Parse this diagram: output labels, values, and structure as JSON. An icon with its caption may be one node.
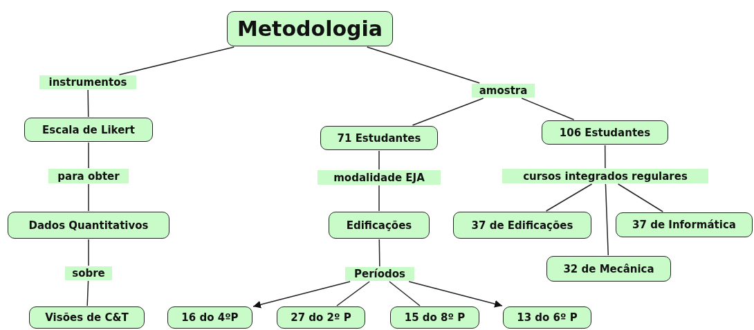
{
  "diagram": {
    "nodes": [
      {
        "text": [
          "Metodologia"
        ]
      },
      {
        "text": [
          "instrumentos"
        ]
      },
      {
        "text": [
          "amostra"
        ]
      },
      {
        "text": [
          "Escala de Likert"
        ]
      },
      {
        "text": [
          "71 Estudantes"
        ]
      },
      {
        "text": [
          "106 Estudantes"
        ]
      },
      {
        "text": [
          "para obter"
        ]
      },
      {
        "text": [
          "modalidade EJA"
        ]
      },
      {
        "text": [
          "cursos integrados regulares"
        ]
      },
      {
        "text": [
          "Dados Quantitativos"
        ]
      },
      {
        "text": [
          "Edificações"
        ]
      },
      {
        "text": [
          "37 de Edificações"
        ]
      },
      {
        "text": [
          "37 de Informática"
        ]
      },
      {
        "text": [
          "32 de Mecânica"
        ]
      },
      {
        "text": [
          "sobre"
        ]
      },
      {
        "text": [
          "Períodos"
        ]
      },
      {
        "text": [
          "Visões de C&T"
        ]
      },
      {
        "text": [
          "16 do 4ºP"
        ]
      },
      {
        "text": [
          "27 do 2º P"
        ]
      },
      {
        "text": [
          "15 do 8º P"
        ]
      },
      {
        "text": [
          "13 do 6º P"
        ]
      }
    ],
    "edges": [
      {
        "from": 0,
        "to": 1,
        "arrow": "none"
      },
      {
        "from": 0,
        "to": 2,
        "arrow": "none"
      },
      {
        "from": 1,
        "to": 3,
        "arrow": "none"
      },
      {
        "from": 3,
        "to": 6,
        "arrow": "none"
      },
      {
        "from": 6,
        "to": 9,
        "arrow": "none"
      },
      {
        "from": 9,
        "to": 14,
        "arrow": "none"
      },
      {
        "from": 14,
        "to": 16,
        "arrow": "none"
      },
      {
        "from": 2,
        "to": 4,
        "arrow": "none"
      },
      {
        "from": 2,
        "to": 5,
        "arrow": "none"
      },
      {
        "from": 4,
        "to": 7,
        "arrow": "none"
      },
      {
        "from": 7,
        "to": 10,
        "arrow": "none"
      },
      {
        "from": 10,
        "to": 15,
        "arrow": "none"
      },
      {
        "from": 15,
        "to": 17,
        "arrow": "to"
      },
      {
        "from": 15,
        "to": 18,
        "arrow": "none"
      },
      {
        "from": 15,
        "to": 19,
        "arrow": "none"
      },
      {
        "from": 15,
        "to": 20,
        "arrow": "to"
      },
      {
        "from": 5,
        "to": 8,
        "arrow": "none"
      },
      {
        "from": 8,
        "to": 11,
        "arrow": "none"
      },
      {
        "from": 8,
        "to": 13,
        "arrow": "none"
      },
      {
        "from": 8,
        "to": 12,
        "arrow": "none"
      }
    ]
  }
}
